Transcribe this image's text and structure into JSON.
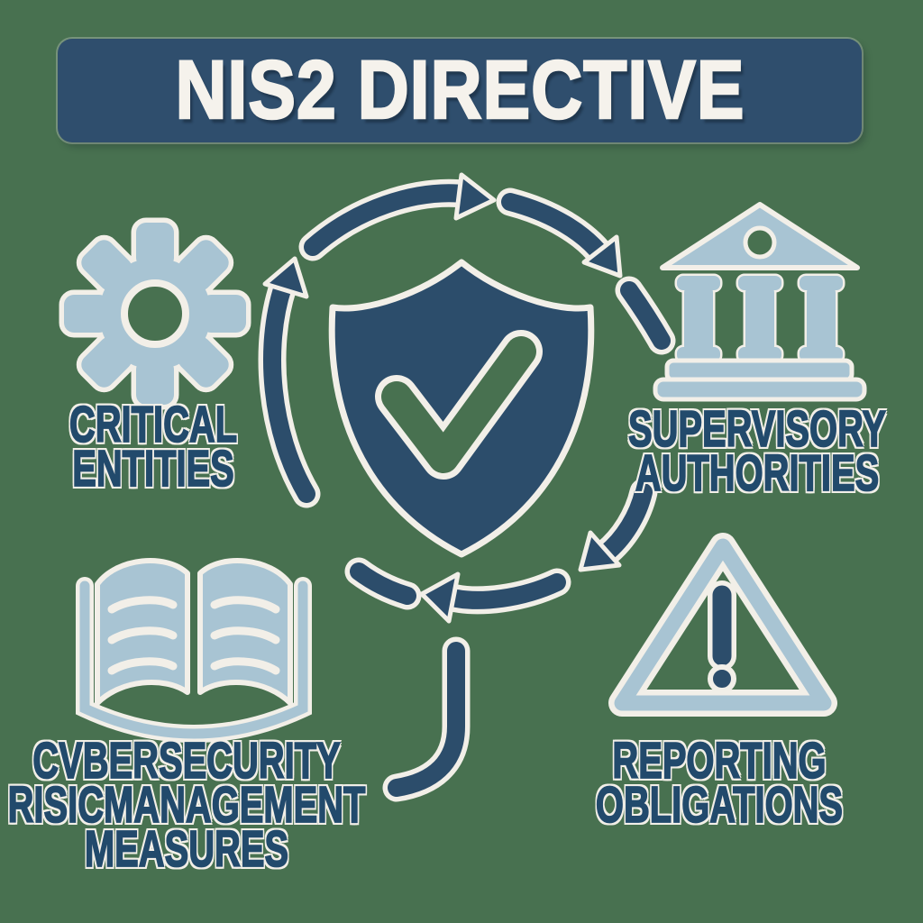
{
  "title": {
    "text": "NIS2 DIRECTIVE"
  },
  "center": {
    "icon": "shield-check-icon",
    "meaning": "NIS2 compliance shield"
  },
  "cycle": {
    "icon": "circular-arrows-icon",
    "direction": "clockwise"
  },
  "nodes": {
    "critical_entities": {
      "icon": "gear-icon",
      "lines": [
        "CRITICAL",
        "ENTITIES"
      ]
    },
    "supervisory_authorities": {
      "icon": "bank-icon",
      "lines": [
        "SUPERVISORY",
        "AUTHORITIES"
      ]
    },
    "cybersecurity_risk_management": {
      "icon": "open-book-icon",
      "lines": [
        "CVBERSECURITY",
        "RISICMANAGEMENT",
        "MEASURES"
      ]
    },
    "reporting_obligations": {
      "icon": "warning-triangle-icon",
      "lines": [
        "REPORTING",
        "OBLIGATIONS"
      ]
    }
  },
  "colors": {
    "background": "#487150",
    "banner": "#2F4E6D",
    "navy": "#2C4D6B",
    "light_blue": "#A8C4D3",
    "text_navy": "#224A6C",
    "outline": "#F2EFE8",
    "title_text": "#F5F2EC"
  }
}
